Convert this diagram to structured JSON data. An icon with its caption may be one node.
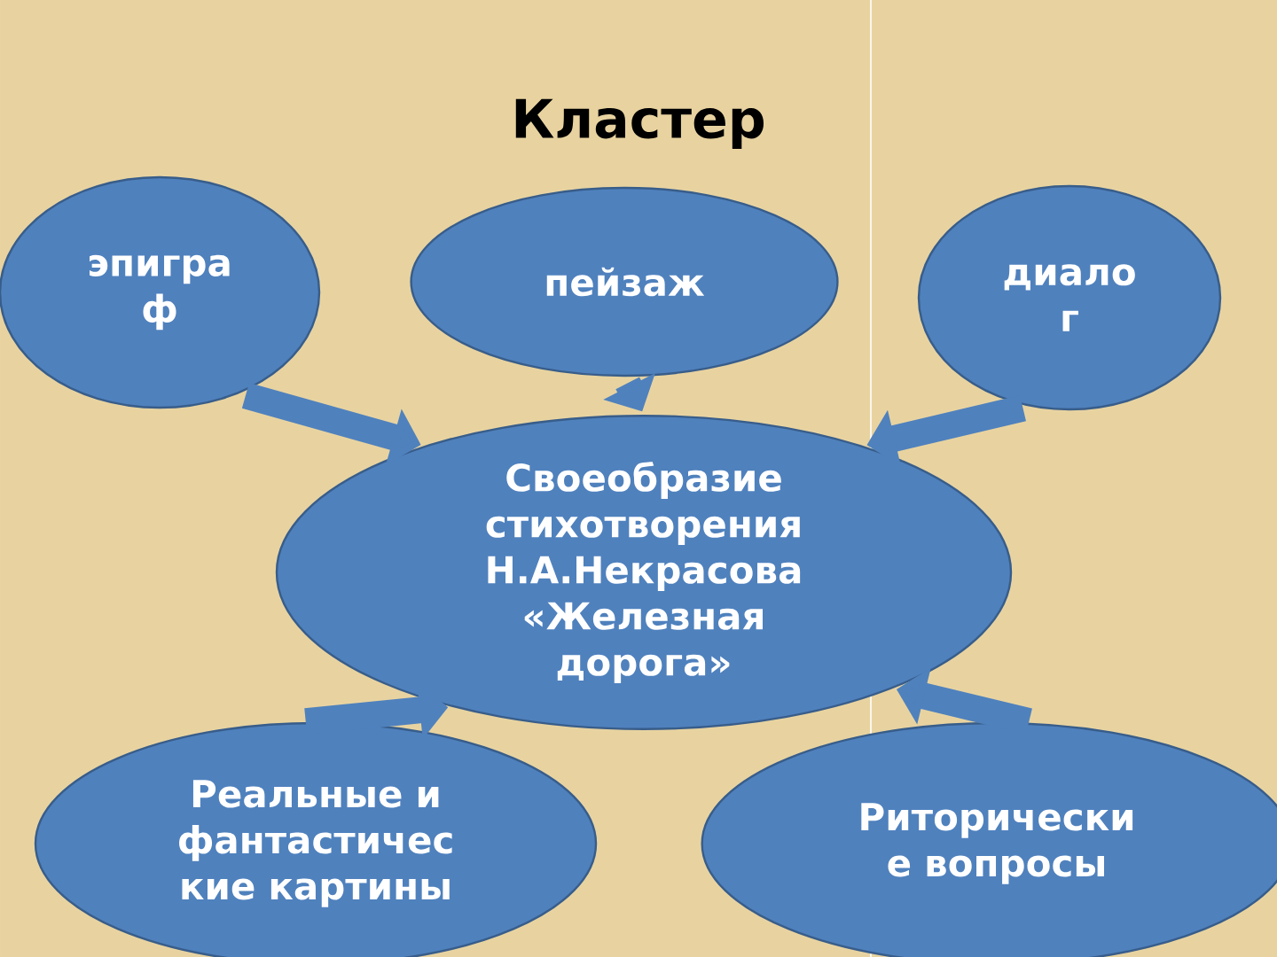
{
  "diagram": {
    "title": "Кластер",
    "nodes": [
      {
        "text": [
          "эпигра ф"
        ]
      },
      {
        "text": [
          "пейзаж"
        ]
      },
      {
        "text": [
          "диало г"
        ]
      },
      {
        "text": [
          "Своеобразие стихотворения Н.А.Некрасова «Железная дорога»"
        ]
      },
      {
        "text": [
          "Реальные и фантастичес кие картины"
        ]
      },
      {
        "text": [
          "Риторически е вопросы"
        ]
      }
    ],
    "edges": [
      {
        "from": 0,
        "to": 3,
        "arrow": "to"
      },
      {
        "from": 1,
        "to": 3,
        "arrow": "to"
      },
      {
        "from": 2,
        "to": 3,
        "arrow": "to"
      },
      {
        "from": 4,
        "to": 3,
        "arrow": "to"
      },
      {
        "from": 5,
        "to": 3,
        "arrow": "to"
      }
    ]
  }
}
